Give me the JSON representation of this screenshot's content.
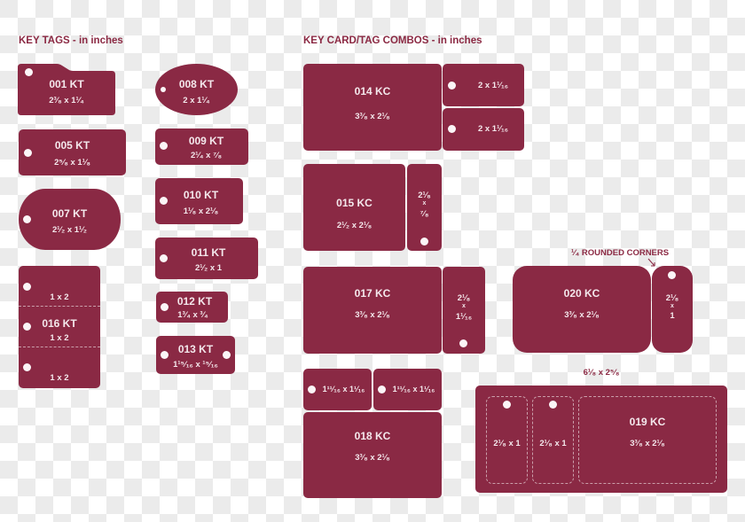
{
  "headings": {
    "key_tags": "KEY TAGS - in inches",
    "combos": "KEY CARD/TAG COMBOS - in inches"
  },
  "colors": {
    "tag_fill": "#8a2944",
    "text_on_tag": "#f4e8ec",
    "heading": "#8b2943"
  },
  "key_tags": [
    {
      "id": "001 KT",
      "size": "2³⁄₈ x 1¹⁄₄",
      "shape": "folder-tab"
    },
    {
      "id": "005 KT",
      "size": "2⁵⁄₈ x 1¹⁄₈",
      "shape": "rectangle"
    },
    {
      "id": "007 KT",
      "size": "2¹⁄₂ x 1¹⁄₂",
      "shape": "dog-tag"
    },
    {
      "id": "016 KT",
      "size": "1 x 2",
      "shape": "triple-strip",
      "parts": [
        "1 x 2",
        "1 x 2",
        "1 x 2"
      ]
    },
    {
      "id": "008 KT",
      "size": "2 x 1¹⁄₄",
      "shape": "oval"
    },
    {
      "id": "009 KT",
      "size": "2¹⁄₄ x ⁷⁄₈",
      "shape": "rectangle"
    },
    {
      "id": "010 KT",
      "size": "1¹⁄₈ x 2¹⁄₈",
      "shape": "rectangle"
    },
    {
      "id": "011 KT",
      "size": "2¹⁄₂ x 1",
      "shape": "rectangle"
    },
    {
      "id": "012 KT",
      "size": "1³⁄₄ x ³⁄₄",
      "shape": "rectangle"
    },
    {
      "id": "013 KT",
      "size": "1¹⁵⁄₁₆ x ¹⁵⁄₁₆",
      "shape": "rectangle-two-holes"
    }
  ],
  "combos": [
    {
      "id": "014 KC",
      "size": "3³⁄₈ x 2¹⁄₈",
      "tags": [
        "2 x 1¹⁄₁₆",
        "2 x 1¹⁄₁₆"
      ]
    },
    {
      "id": "015 KC",
      "size": "2¹⁄₂ x 2¹⁄₈",
      "tags": [
        {
          "w": "2¹⁄₈",
          "x": "x",
          "h": "⁷⁄₈"
        }
      ]
    },
    {
      "id": "017 KC",
      "size": "3³⁄₈ x 2¹⁄₈",
      "tags": [
        {
          "w": "2¹⁄₈",
          "x": "x",
          "h": "1¹⁄₁₆"
        }
      ]
    },
    {
      "id": "020 KC",
      "size": "3³⁄₈ x 2¹⁄₈",
      "tags": [
        {
          "w": "2¹⁄₈",
          "x": "x",
          "h": "1"
        }
      ],
      "note": "¹⁄₄ ROUNDED CORNERS"
    },
    {
      "id": "018 KC",
      "size": "3³⁄₈ x 2¹⁄₈",
      "tags": [
        "1¹¹⁄₁₆ x 1¹⁄₁₆",
        "1¹¹⁄₁₆ x 1¹⁄₁₆"
      ]
    },
    {
      "id": "019 KC",
      "size": "3³⁄₈ x 2¹⁄₈",
      "overall": "6¹⁄₈ x 2⁵⁄₈",
      "tags": [
        "2¹⁄₈ x 1",
        "2¹⁄₈ x 1"
      ]
    }
  ]
}
